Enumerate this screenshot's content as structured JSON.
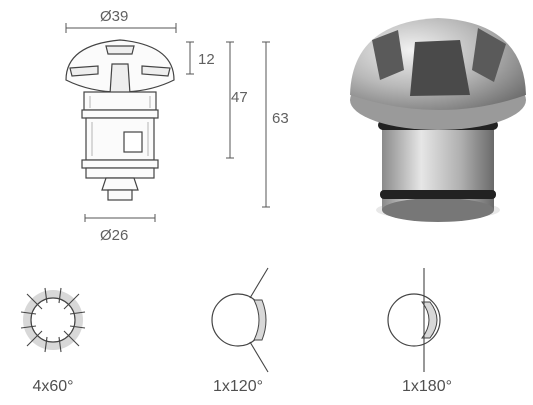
{
  "dimensions": {
    "top_diameter": "Ø39",
    "bottom_diameter": "Ø26",
    "head_height": "12",
    "body_height": "47",
    "total_height": "63"
  },
  "beam_options": [
    {
      "label": "4x60°"
    },
    {
      "label": "1x120°"
    },
    {
      "label": "1x180°"
    }
  ]
}
